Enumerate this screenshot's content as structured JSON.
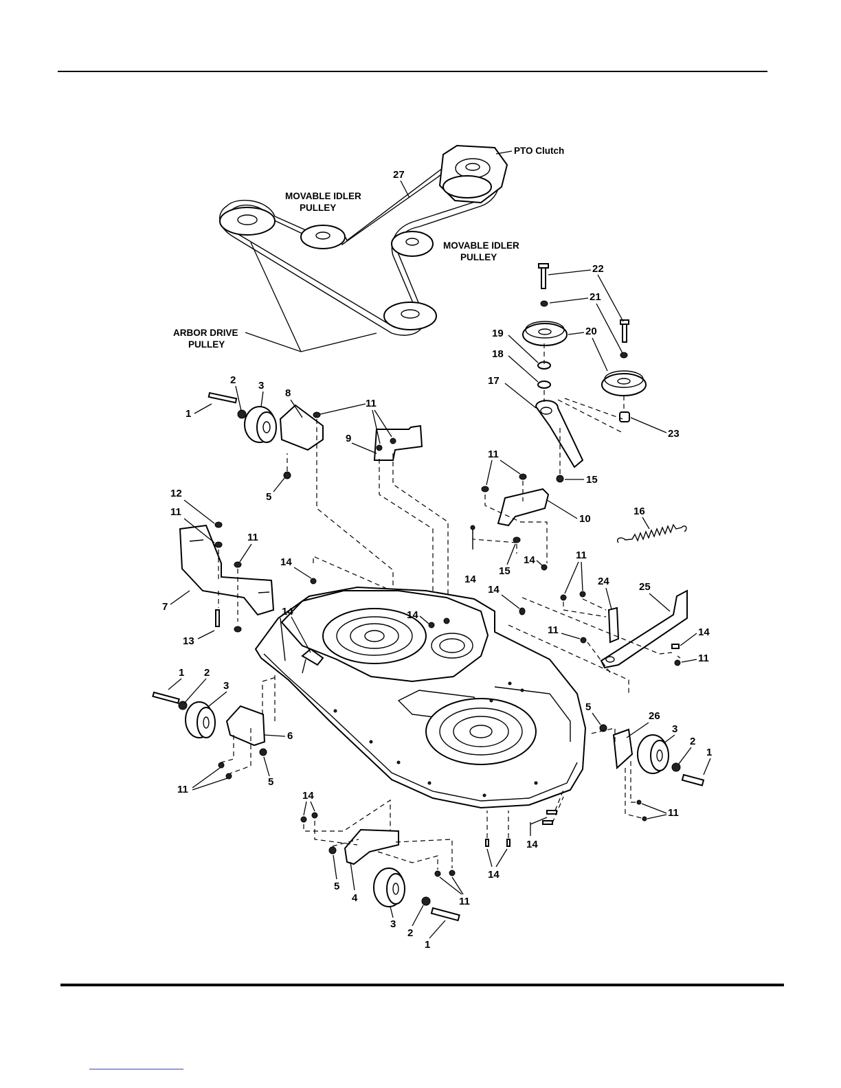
{
  "figure": {
    "labels": {
      "pto_clutch": "PTO Clutch",
      "movable_idler_pulley_1": [
        "MOVABLE IDLER",
        "PULLEY"
      ],
      "movable_idler_pulley_2": [
        "MOVABLE IDLER",
        "PULLEY"
      ],
      "arbor_drive_pulley": [
        "ARBOR DRIVE",
        "PULLEY"
      ]
    },
    "callouts": {
      "c27": "27",
      "c22": "22",
      "c21": "21",
      "c20": "20",
      "c19": "19",
      "c18": "18",
      "c17": "17",
      "c23": "23",
      "c15a": "15",
      "c16": "16",
      "c2a": "2",
      "c3a": "3",
      "c8": "8",
      "c1a": "1",
      "c11a": "11",
      "c9": "9",
      "c5a": "5",
      "c11b": "11",
      "c10": "10",
      "c12": "12",
      "c11c": "11",
      "c11d": "11",
      "c7": "7",
      "c13": "13",
      "c14a": "14",
      "c14b": "14",
      "c15b": "15",
      "c14c": "14",
      "c11e": "11",
      "c24": "24",
      "c25": "25",
      "c14d": "14",
      "c11f": "11",
      "c14e": "14",
      "c11g": "11",
      "c14f": "14",
      "c14g": "14",
      "c1b": "1",
      "c2b": "2",
      "c3b": "3",
      "c6": "6",
      "c11h": "11",
      "c5b": "5",
      "c5c": "5",
      "c26": "26",
      "c3c": "3",
      "c2c": "2",
      "c1c": "1",
      "c11i": "11",
      "c14h": "14",
      "c14i": "14",
      "c5d": "5",
      "c4": "4",
      "c11j": "11",
      "c3d": "3",
      "c2d": "2",
      "c1d": "1",
      "c14j": "14"
    }
  }
}
